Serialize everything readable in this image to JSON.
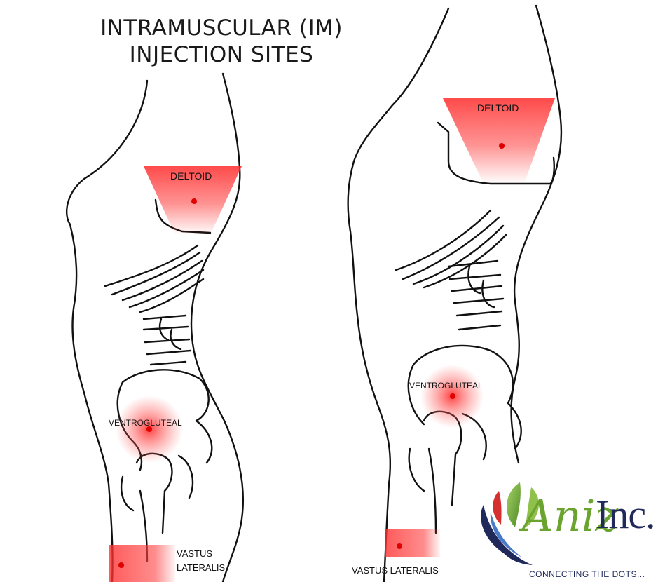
{
  "title": {
    "line1": "INTRAMUSCULAR (IM)",
    "line2": "INJECTION SITES"
  },
  "figures": {
    "left": {
      "labels": {
        "deltoid": "DELTOID",
        "ventrogluteal": "VENTROGLUTEAL",
        "vastus_lateralis_line1": "VASTUS",
        "vastus_lateralis_line2": "LATERALIS"
      }
    },
    "right": {
      "labels": {
        "deltoid": "DELTOID",
        "ventrogluteal": "VENTROGLUTEAL",
        "vastus_lateralis": "VASTUS LATERALIS"
      }
    }
  },
  "logo": {
    "brand_script": "Aniz",
    "brand_suffix": "Inc.",
    "tagline": "CONNECTING THE DOTS..."
  },
  "colors": {
    "highlight": "#ff3b3b",
    "dot": "#e00000",
    "outline": "#111111",
    "logo_green": "#6aa42f",
    "logo_navy": "#1f2a5a",
    "logo_red": "#d62f2f"
  },
  "icons": [
    "injection-site-dot",
    "logo-leaf-icon"
  ]
}
